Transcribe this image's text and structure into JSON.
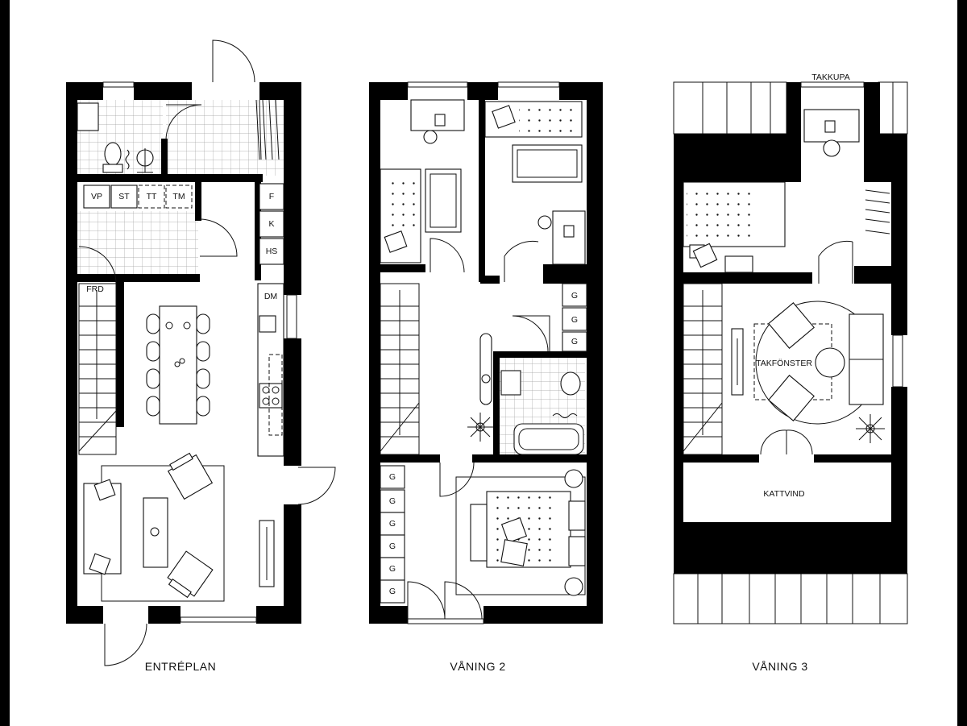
{
  "plans": {
    "ground": {
      "title": "ENTRÉPLAN",
      "labels": {
        "vp": "VP",
        "st": "ST",
        "tt": "TT",
        "tm": "TM",
        "f": "F",
        "k": "K",
        "hs": "HS",
        "frd": "FRD",
        "dm": "DM"
      }
    },
    "floor2": {
      "title": "VÅNING 2",
      "closet_label": "G"
    },
    "floor3": {
      "title": "VÅNING 3",
      "labels": {
        "takkupa": "TAKKUPA",
        "takfonster": "TAKFÖNSTER",
        "kattvind": "KATTVIND"
      }
    }
  }
}
